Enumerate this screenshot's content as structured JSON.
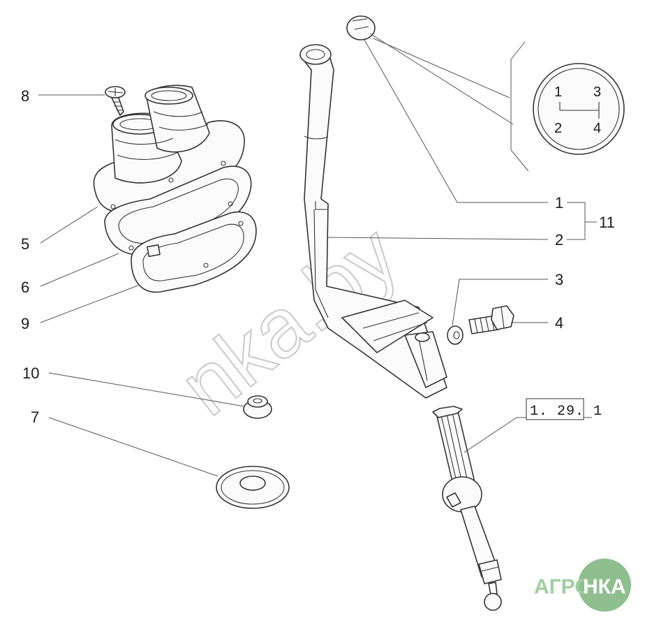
{
  "watermark": "nka.by",
  "logo": {
    "text_left": "АГРО",
    "text_right": "НКА",
    "color_text": "#9ecf9e",
    "color_circle": "#8fbf8f"
  },
  "shift_pattern": [
    "1",
    "3",
    "2",
    "4"
  ],
  "reference": "1. 29. 1",
  "callouts": [
    {
      "id": "c1",
      "label": "1"
    },
    {
      "id": "c2",
      "label": "2"
    },
    {
      "id": "c3",
      "label": "3"
    },
    {
      "id": "c4",
      "label": "4"
    },
    {
      "id": "c5",
      "label": "5"
    },
    {
      "id": "c6",
      "label": "6"
    },
    {
      "id": "c7",
      "label": "7"
    },
    {
      "id": "c8",
      "label": "8"
    },
    {
      "id": "c9",
      "label": "9"
    },
    {
      "id": "c10",
      "label": "10"
    },
    {
      "id": "c11",
      "label": "11"
    }
  ]
}
